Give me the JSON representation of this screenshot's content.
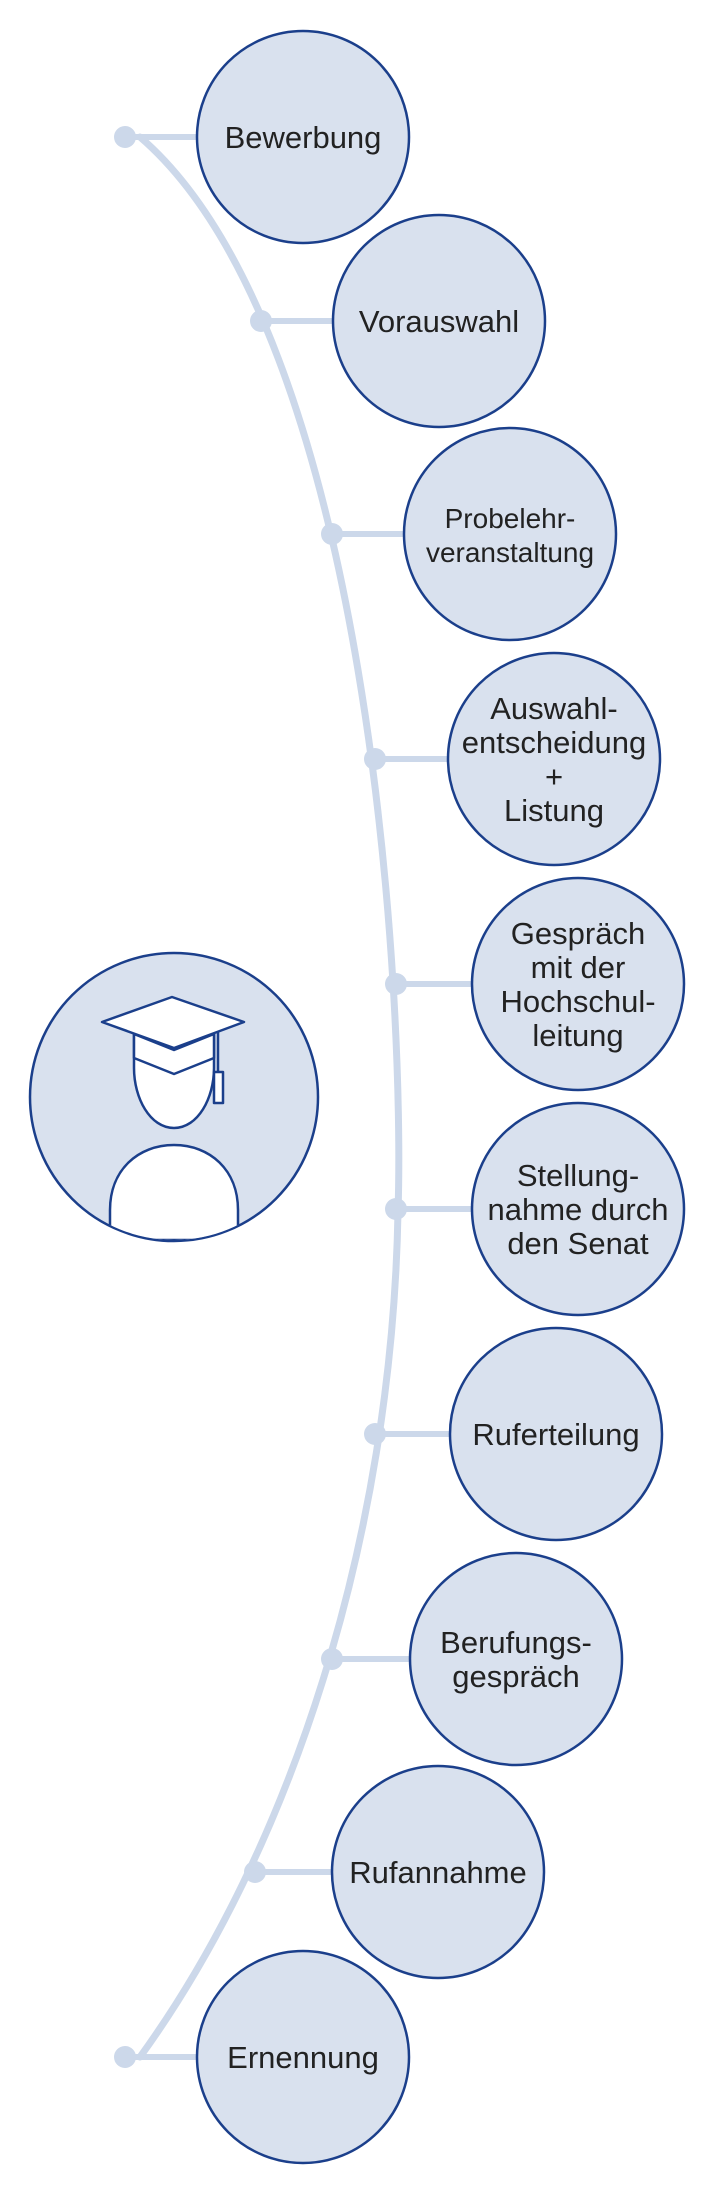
{
  "diagram": {
    "colors": {
      "circle_fill": "#d9e1ee",
      "circle_stroke": "#1b3f8b",
      "connector": "#ccd8ea",
      "dot": "#ccd8ea",
      "text": "#222222",
      "icon_stroke": "#1b3f8b",
      "icon_fill": "#ffffff"
    },
    "icon": "graduate-icon",
    "steps": [
      {
        "id": "bewerbung",
        "lines": [
          "Bewerbung"
        ]
      },
      {
        "id": "vorauswahl",
        "lines": [
          "Vorauswahl"
        ]
      },
      {
        "id": "probelehrveranstaltung",
        "lines": [
          "Probelehr-",
          "veranstaltung"
        ]
      },
      {
        "id": "auswahlentscheidung",
        "lines": [
          "Auswahl-",
          "entscheidung",
          "+",
          "Listung"
        ]
      },
      {
        "id": "gespraech-hochschulleitung",
        "lines": [
          "Gespräch",
          "mit der",
          "Hochschul-",
          "leitung"
        ]
      },
      {
        "id": "stellungnahme-senat",
        "lines": [
          "Stellung-",
          "nahme durch",
          "den Senat"
        ]
      },
      {
        "id": "ruferteilung",
        "lines": [
          "Ruferteilung"
        ]
      },
      {
        "id": "berufungsgespraech",
        "lines": [
          "Berufungs-",
          "gespräch"
        ]
      },
      {
        "id": "rufannahme",
        "lines": [
          "Rufannahme"
        ]
      },
      {
        "id": "ernennung",
        "lines": [
          "Ernennung"
        ]
      }
    ]
  }
}
